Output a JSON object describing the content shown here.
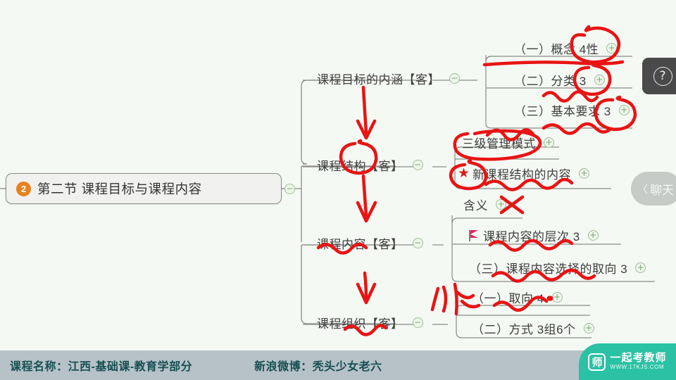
{
  "app": {
    "background_color": "#f5f9f4",
    "type": "mindmap-lecture-screencast"
  },
  "mindmap": {
    "root": {
      "badge": "2",
      "label": "第二节  课程目标与课程内容",
      "toggle": "minus"
    },
    "branches": [
      {
        "label": "课程目标的内涵【客】",
        "toggle": "minus",
        "children": [
          {
            "label": "（一）概念 4性",
            "toggle": "plus"
          },
          {
            "label": "（二）分类 3",
            "toggle": "plus"
          },
          {
            "label": "（三）基本要求 3",
            "toggle": "plus"
          }
        ]
      },
      {
        "label": "课程结构【客】",
        "toggle": "minus",
        "children": [
          {
            "label": "三级管理模式",
            "toggle": "plus"
          },
          {
            "label": "新课程结构的内容",
            "toggle": "plus",
            "icon": "star-icon"
          }
        ]
      },
      {
        "label": "课程内容【客】",
        "toggle": "minus",
        "children": [
          {
            "label": "含义",
            "toggle": "plus"
          },
          {
            "label": "课程内容的层次 3",
            "toggle": "plus",
            "icon": "flag-icon"
          },
          {
            "label": "（三）课程内容选择的取向 3",
            "toggle": "plus"
          }
        ]
      },
      {
        "label": "课程组织【客】",
        "toggle": "minus",
        "children": [
          {
            "label": "（一）取向 4",
            "toggle": "plus"
          },
          {
            "label": "（二）方式 3组6个",
            "toggle": "plus"
          }
        ]
      }
    ]
  },
  "annotations": {
    "ink_color": "#e81414",
    "handwritten": [
      {
        "text": "顺",
        "note": "handwritten red character left of 取向 item"
      }
    ],
    "marks": [
      "circle around 4性",
      "circle around 分类 3",
      "circle around 基本要求 3",
      "circle around 结构",
      "circle around 三级管理模式",
      "circle around star icon",
      "cross over 含义 toggle",
      "underlines and squiggles under several items",
      "downward arrows from 课程目标的内涵 to 课程结构 to 课程内容 to 课程组织"
    ]
  },
  "overlay": {
    "help_button": {
      "icon": "question-mark-icon",
      "label": "?"
    },
    "chat_tab": {
      "chevron": "〈",
      "label": "聊天"
    }
  },
  "bottom_bar": {
    "course_label": "课程名称：江西-基础课-教育学部分",
    "weibo_label": "新浪微博：秃头少女老六",
    "logo": {
      "mark": "师",
      "title": "一起考教师",
      "url": "WWW.17KJS.COM",
      "color": "#2bc1a4"
    }
  }
}
